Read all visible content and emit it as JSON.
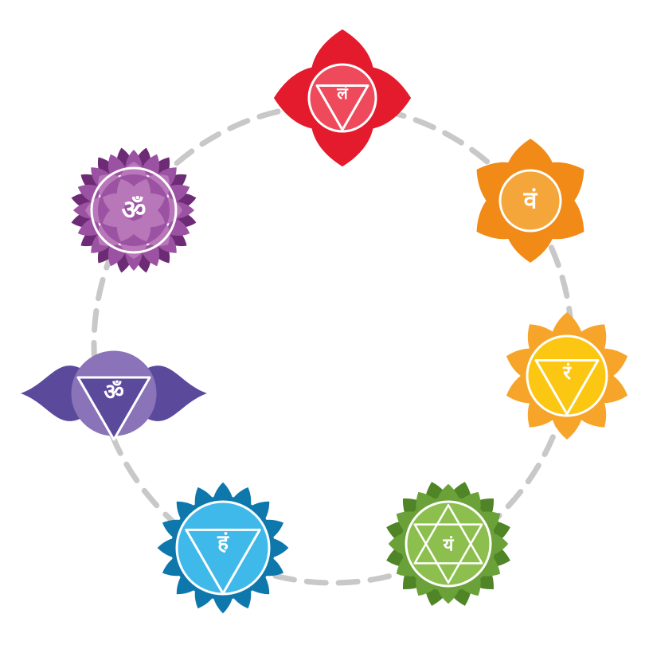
{
  "diagram": {
    "ring": {
      "color": "#c8c8c8"
    },
    "chakras": [
      {
        "id": "root",
        "symbol": "लं",
        "color": "#e31b2d",
        "inner_color": "#ee4a5c",
        "petal_shadow": "#b81324",
        "shape": "four-petal-triangle-down",
        "icon": "root-chakra-icon"
      },
      {
        "id": "sacral",
        "symbol": "वं",
        "color": "#f18a17",
        "inner_color": "#f5a63a",
        "petal_shadow": "#f18a17",
        "shape": "six-petal-circle",
        "icon": "sacral-chakra-icon"
      },
      {
        "id": "solar-plexus",
        "symbol": "रं",
        "color": "#f7a52a",
        "inner_color": "#fcc712",
        "petal_shadow": "#f39322",
        "shape": "ten-petal-triangle-down",
        "icon": "solar-plexus-chakra-icon"
      },
      {
        "id": "heart",
        "symbol": "यं",
        "color": "#6aa138",
        "inner_color": "#8cbf4d",
        "petal_shadow": "#4f8526",
        "shape": "twelve-petal-hexagram",
        "icon": "heart-chakra-icon"
      },
      {
        "id": "throat",
        "symbol": "हं",
        "color": "#0e78ad",
        "inner_color": "#3fb9ea",
        "petal_shadow": "#095e88",
        "shape": "sixteen-petal-triangle-down",
        "icon": "throat-chakra-icon"
      },
      {
        "id": "third-eye",
        "symbol": "ॐ",
        "color": "#5b4a9c",
        "inner_color": "#8a73b8",
        "petal_shadow": "#4a3a86",
        "shape": "two-petal-triangle-down",
        "icon": "third-eye-chakra-icon"
      },
      {
        "id": "crown",
        "symbol": "ॐ",
        "color": "#9c52a2",
        "inner_color": "#b877b8",
        "petal_shadow": "#6c2b74",
        "shape": "thousand-petal-lotus",
        "icon": "crown-chakra-icon"
      }
    ]
  }
}
